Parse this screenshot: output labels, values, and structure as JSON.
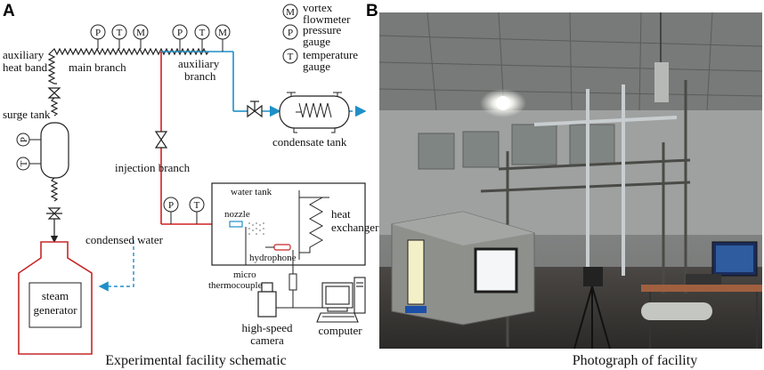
{
  "panel_a": {
    "letter": "A",
    "caption": "Experimental facility schematic",
    "labels": {
      "aux_heat_band_1": "auxiliary",
      "aux_heat_band_2": "heat band",
      "main_branch": "main branch",
      "aux_branch_1": "auxiliary",
      "aux_branch_2": "branch",
      "surge_tank": "surge tank",
      "injection_branch": "injection branch",
      "condensate_tank": "condensate tank",
      "water_tank": "water tank",
      "nozzle": "nozzle",
      "heat_1": "heat",
      "heat_2": "exchanger",
      "hydrophone": "hydrophone",
      "condensed_water": "condensed water",
      "steam_1": "steam",
      "steam_2": "generator",
      "micro_1": "micro",
      "micro_2": "thermocouple",
      "camera_1": "high-speed",
      "camera_2": "camera",
      "computer": "computer"
    },
    "legend": [
      {
        "sym": "M",
        "line1": "vortex",
        "line2": "flowmeter"
      },
      {
        "sym": "P",
        "line1": "pressure",
        "line2": "gauge"
      },
      {
        "sym": "T",
        "line1": "temperature",
        "line2": "gauge"
      }
    ],
    "gauge_letters": {
      "p": "P",
      "t": "T",
      "m": "M"
    },
    "colors": {
      "red": "#d42020",
      "blue": "#1e8fc7",
      "dark": "#222222",
      "steam_gen": "#c62828"
    }
  },
  "panel_b": {
    "letter": "B",
    "caption": "Photograph of facility"
  }
}
